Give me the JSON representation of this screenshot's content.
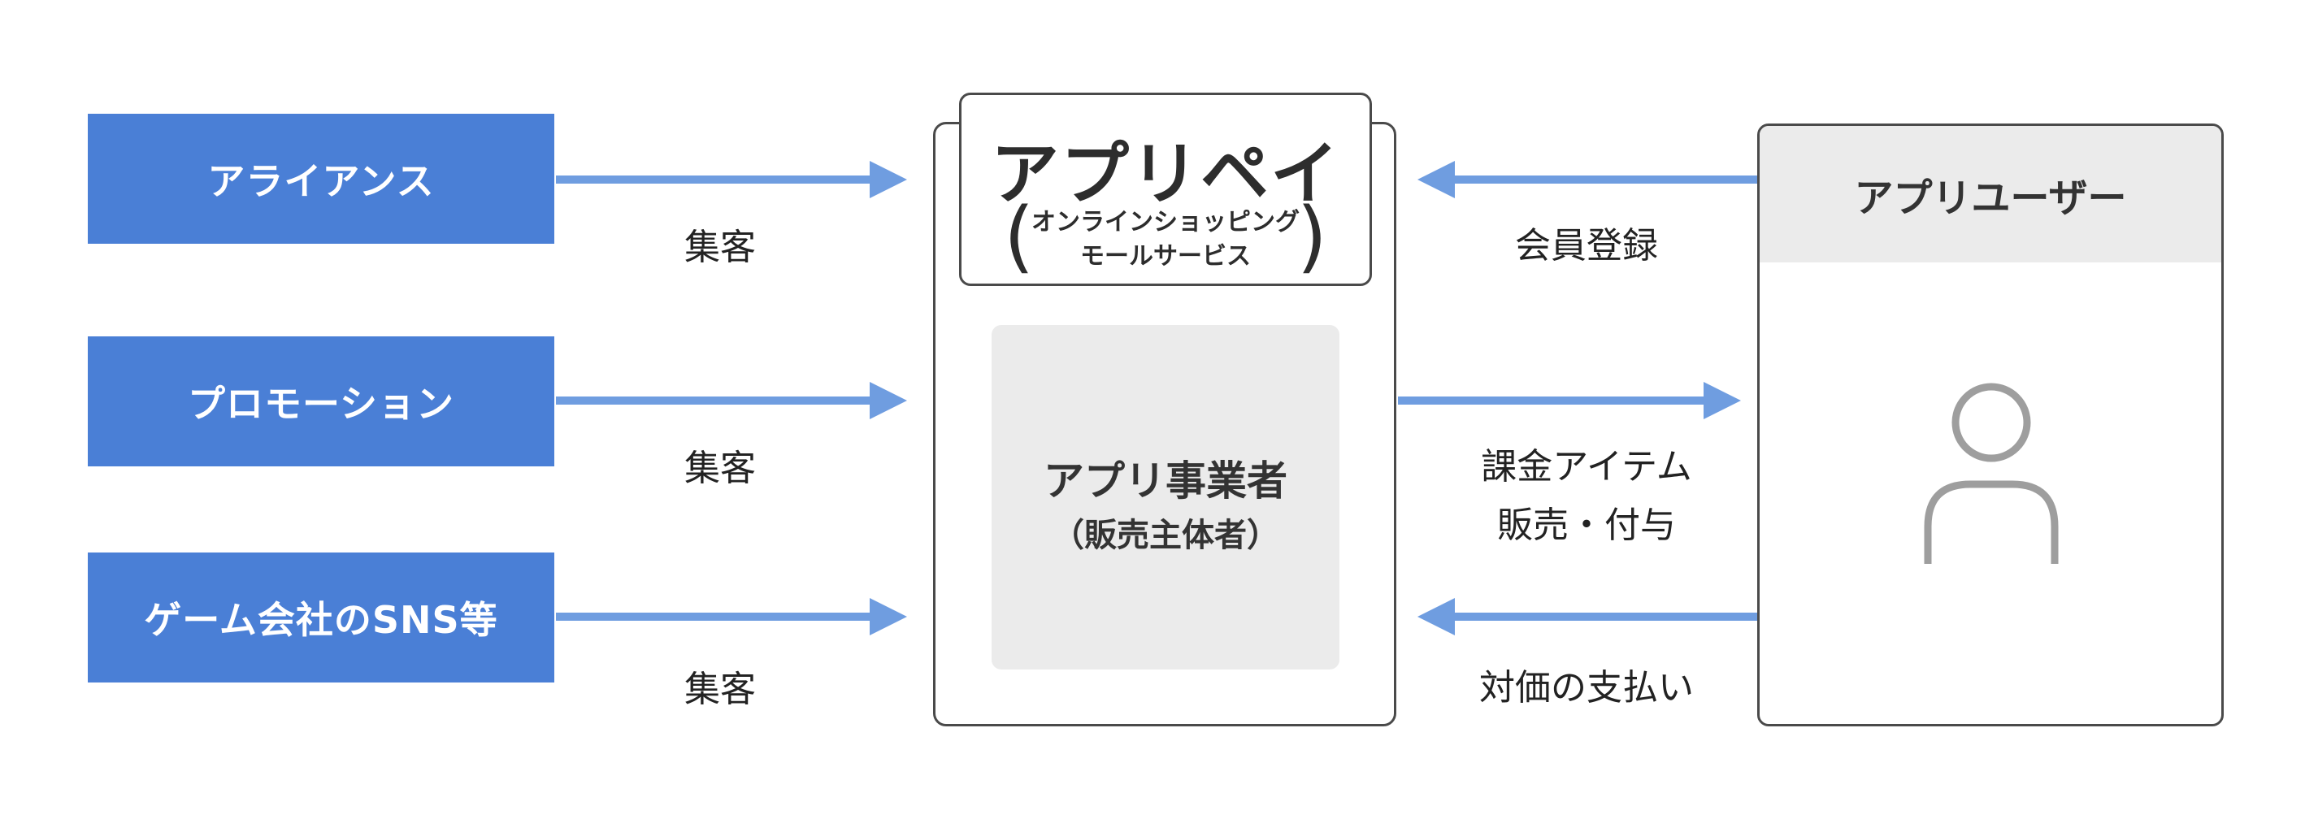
{
  "sources": [
    {
      "label": "アライアンス",
      "flow_label": "集客"
    },
    {
      "label": "プロモーション",
      "flow_label": "集客"
    },
    {
      "label": "ゲーム会社のSNS等",
      "flow_label": "集客"
    }
  ],
  "platform": {
    "brand_name": "アプリペイ",
    "brand_tagline_line1": "オンラインショッピング",
    "brand_tagline_line2": "モールサービス",
    "operator_title": "アプリ事業者",
    "operator_subtitle": "（販売主体者）"
  },
  "user": {
    "title": "アプリユーザー",
    "icon": "person-icon"
  },
  "flows_right": {
    "registration": "会員登録",
    "sale_line1": "課金アイテム",
    "sale_line2": "販売・付与",
    "payment": "対価の支払い"
  },
  "colors": {
    "source_box": "#4a7fd6",
    "arrow": "#6f9de0",
    "panel_gray": "#ebebeb",
    "border": "#4a4a4a"
  }
}
